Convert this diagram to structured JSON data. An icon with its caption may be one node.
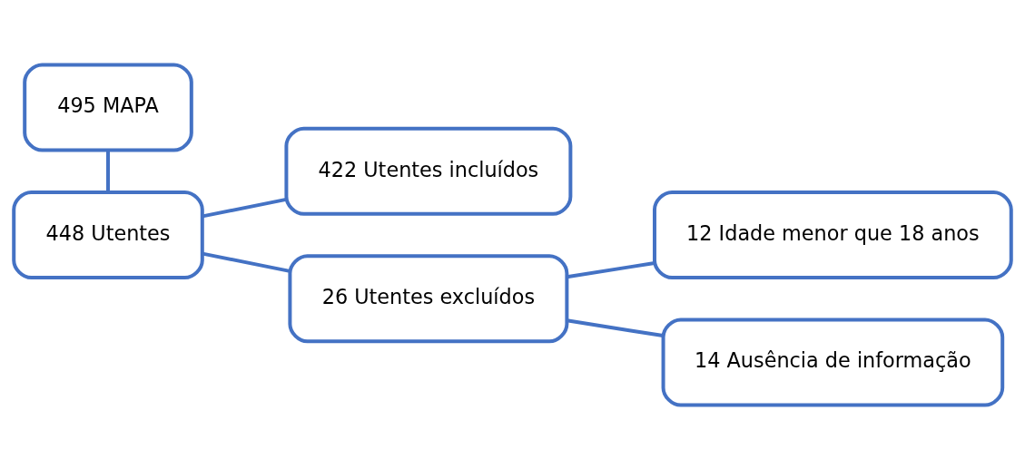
{
  "diagram": {
    "nodes": [
      {
        "text": [
          "495 MAPA"
        ]
      },
      {
        "text": [
          "448 Utentes"
        ]
      },
      {
        "text": [
          "422 Utentes incluídos"
        ]
      },
      {
        "text": [
          "26 Utentes excluídos"
        ]
      },
      {
        "text": [
          "12 Idade menor que 18 anos"
        ]
      },
      {
        "text": [
          "14 Ausência de informação"
        ]
      }
    ],
    "edges": [
      {
        "from": 0,
        "to": 1,
        "arrow": "none"
      },
      {
        "from": 1,
        "to": 2,
        "arrow": "none"
      },
      {
        "from": 1,
        "to": 3,
        "arrow": "none"
      },
      {
        "from": 3,
        "to": 4,
        "arrow": "none"
      },
      {
        "from": 3,
        "to": 5,
        "arrow": "none"
      }
    ]
  }
}
